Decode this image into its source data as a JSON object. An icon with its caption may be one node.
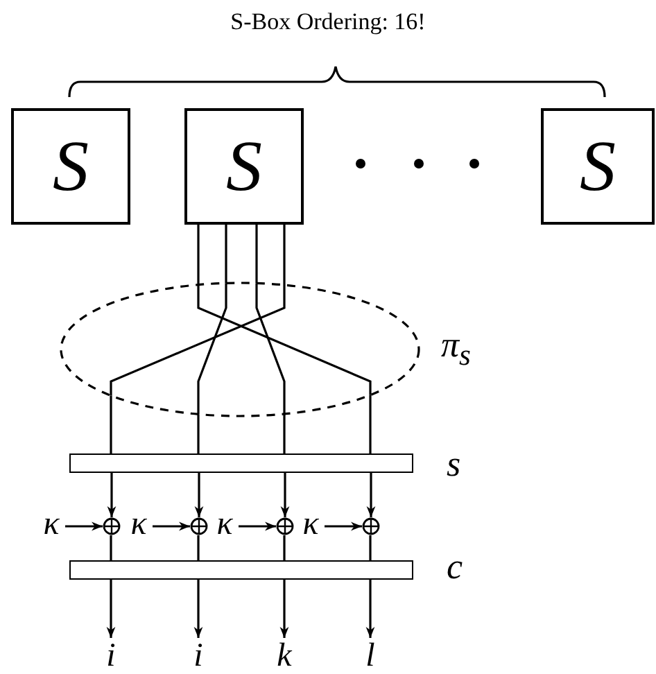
{
  "diagram": {
    "title": "S-Box Ordering: 16!",
    "nodes": [
      {
        "text": [
          "S"
        ]
      },
      {
        "text": [
          "S"
        ]
      },
      {
        "text": [
          "S"
        ]
      },
      {
        "text": [],
        "shape": "ellipse",
        "beside": [
          "π$_{s}$"
        ]
      },
      {
        "text": [],
        "shape": "bar",
        "beside": [
          "s"
        ]
      },
      {
        "text": [
          "κ"
        ]
      },
      {
        "text": [],
        "shape": "circle"
      },
      {
        "text": [
          "κ"
        ]
      },
      {
        "text": [],
        "shape": "circle"
      },
      {
        "text": [
          "κ"
        ]
      },
      {
        "text": [],
        "shape": "circle"
      },
      {
        "text": [
          "κ"
        ]
      },
      {
        "text": [],
        "shape": "circle"
      },
      {
        "text": [],
        "shape": "bar",
        "beside": [
          "c"
        ]
      },
      {
        "text": [
          "i"
        ]
      },
      {
        "text": [
          "i"
        ]
      },
      {
        "text": [
          "k"
        ]
      },
      {
        "text": [
          "l"
        ]
      }
    ],
    "edges": [
      {
        "from": 1,
        "to": 3,
        "arrow": "none"
      },
      {
        "from": 1,
        "to": 3,
        "arrow": "none"
      },
      {
        "from": 1,
        "to": 3,
        "arrow": "none"
      },
      {
        "from": 1,
        "to": 3,
        "arrow": "none"
      },
      {
        "from": 3,
        "to": 4,
        "arrow": "none"
      },
      {
        "from": 3,
        "to": 4,
        "arrow": "none"
      },
      {
        "from": 3,
        "to": 4,
        "arrow": "none"
      },
      {
        "from": 3,
        "to": 4,
        "arrow": "none"
      },
      {
        "from": 4,
        "to": 6,
        "arrow": "to"
      },
      {
        "from": 4,
        "to": 8,
        "arrow": "to"
      },
      {
        "from": 4,
        "to": 10,
        "arrow": "to"
      },
      {
        "from": 4,
        "to": 12,
        "arrow": "to"
      },
      {
        "from": 5,
        "to": 6,
        "arrow": "to"
      },
      {
        "from": 7,
        "to": 8,
        "arrow": "to"
      },
      {
        "from": 9,
        "to": 10,
        "arrow": "to"
      },
      {
        "from": 11,
        "to": 12,
        "arrow": "to"
      },
      {
        "from": 6,
        "to": 13,
        "arrow": "none"
      },
      {
        "from": 8,
        "to": 13,
        "arrow": "none"
      },
      {
        "from": 10,
        "to": 13,
        "arrow": "none"
      },
      {
        "from": 12,
        "to": 13,
        "arrow": "none"
      },
      {
        "from": 13,
        "to": 14,
        "arrow": "to"
      },
      {
        "from": 13,
        "to": 15,
        "arrow": "to"
      },
      {
        "from": 13,
        "to": 16,
        "arrow": "to"
      },
      {
        "from": 13,
        "to": 17,
        "arrow": "to"
      }
    ]
  }
}
